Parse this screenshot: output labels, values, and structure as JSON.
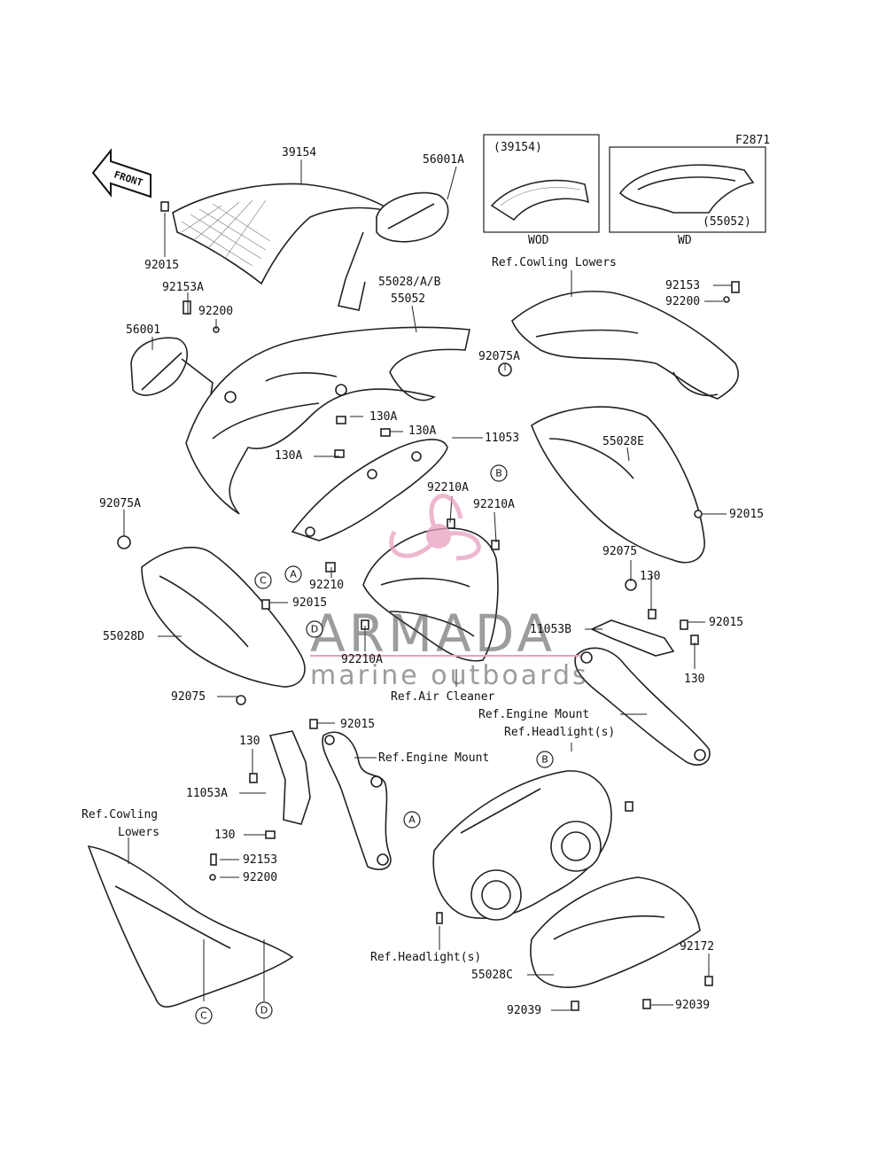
{
  "figure_code": "F2871",
  "front_arrow": "FRONT",
  "inset_left": {
    "part": "(39154)",
    "caption": "WOD"
  },
  "inset_right": {
    "part": "(55052)",
    "caption": "WD"
  },
  "labels": {
    "p39154": "39154",
    "p56001A": "56001A",
    "p92015_top": "92015",
    "p92153A": "92153A",
    "p56001": "56001",
    "p92200_left": "92200",
    "p55028AB": "55028/A/B",
    "p55052": "55052",
    "ref_cowling_lowers_top": "Ref.Cowling Lowers",
    "p92153_right": "92153",
    "p92200_right": "92200",
    "p92075A_right": "92075A",
    "p130A_1": "130A",
    "p130A_2": "130A",
    "p11053": "11053",
    "p130A_3": "130A",
    "p55028E": "55028E",
    "p92210A_1": "92210A",
    "p92210A_2": "92210A",
    "p92075A_left": "92075A",
    "p92015_right1": "92015",
    "p92075_right": "92075",
    "p92210": "92210",
    "p92015_c": "92015",
    "p130_right1": "130",
    "p55028D": "55028D",
    "p11053B": "11053B",
    "p92015_right2": "92015",
    "p92210A_3": "92210A",
    "p130_right2": "130",
    "ref_air_cleaner": "Ref.Air Cleaner",
    "p92075_left": "92075",
    "ref_engine_mount_right": "Ref.Engine Mount",
    "ref_headlights_top": "Ref.Headlight(s)",
    "p92015_lower": "92015",
    "p130_left1": "130",
    "ref_engine_mount_left": "Ref.Engine Mount",
    "p11053A": "11053A",
    "ref_cowling_lowers_left_1": "Ref.Cowling",
    "ref_cowling_lowers_left_2": "Lowers",
    "p130_left2": "130",
    "p92153_left": "92153",
    "p92200_lower": "92200",
    "ref_headlights_bottom": "Ref.Headlight(s)",
    "p92172": "92172",
    "p55028C": "55028C",
    "p92039_left": "92039",
    "p92039_right": "92039"
  },
  "callouts": {
    "A": "A",
    "B": "B",
    "C": "C",
    "D": "D"
  },
  "watermark": {
    "brand": "ARMADA",
    "tagline": "marine outboards",
    "color": "#e8a0c0"
  }
}
